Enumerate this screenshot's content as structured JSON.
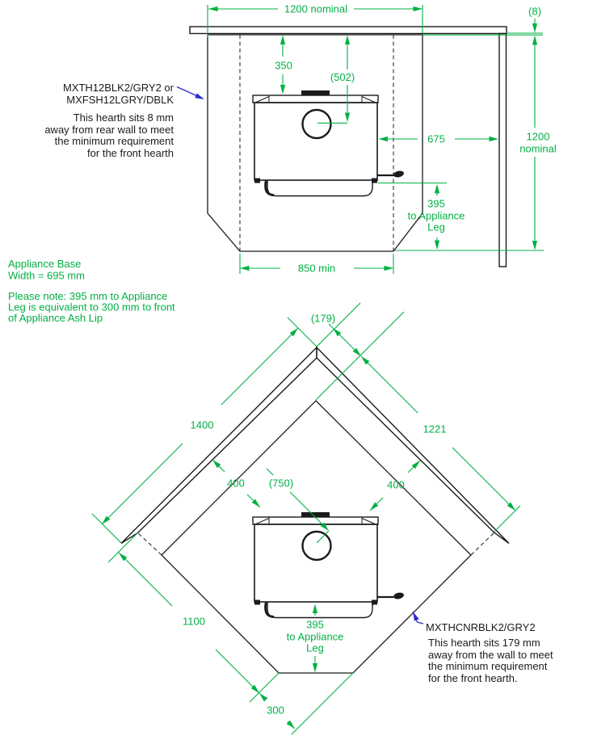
{
  "colors": {
    "dimension_green": "#00b044",
    "leader_blue": "#2b2bd2",
    "line_black": "#1b1b1b",
    "background": "#ffffff"
  },
  "top_diagram": {
    "dim_hearth_width": "1200 nominal",
    "dim_rear_gap": "(8)",
    "dim_wall_to_stove": "350",
    "dim_wall_to_flue": "(502)",
    "dim_stove_to_side_wall": "675",
    "dim_hearth_depth_line1": "1200",
    "dim_hearth_depth_line2": "nominal",
    "dim_front_hearth_min": "850 min",
    "dim_front_leg_line1": "395",
    "dim_front_leg_line2": "to Appliance",
    "dim_front_leg_line3": "Leg",
    "model_line1": "MXTH12BLK2/GRY2 or",
    "model_line2": "MXFSH12LGRY/DBLK",
    "note_line1": "This hearth sits 8 mm",
    "note_line2": "away from rear wall to meet",
    "note_line3": "the minimum requirement",
    "note_line4": "for the front hearth"
  },
  "side_notes": {
    "base_line1": "Appliance Base",
    "base_line2": "Width = 695 mm",
    "please_line1": "Please note: 395 mm to Appliance",
    "please_line2": "Leg is equivalent to 300 mm to front",
    "please_line3": "of Appliance Ash Lip"
  },
  "bottom_diagram": {
    "dim_corner_gap": "(179)",
    "dim_left_wall": "1400",
    "dim_right_wall": "1221",
    "dim_left_clearance": "400",
    "dim_right_clearance": "400",
    "dim_flue_distance": "(750)",
    "dim_front_left_edge": "1100",
    "dim_front_chamfer": "300",
    "dim_front_leg_line1": "395",
    "dim_front_leg_line2": "to Appliance",
    "dim_front_leg_line3": "Leg",
    "model": "MXTHCNRBLK2/GRY2",
    "note_line1": "This hearth sits 179 mm",
    "note_line2": "away from the wall to meet",
    "note_line3": "the minimum requirement",
    "note_line4": "for the front hearth."
  }
}
